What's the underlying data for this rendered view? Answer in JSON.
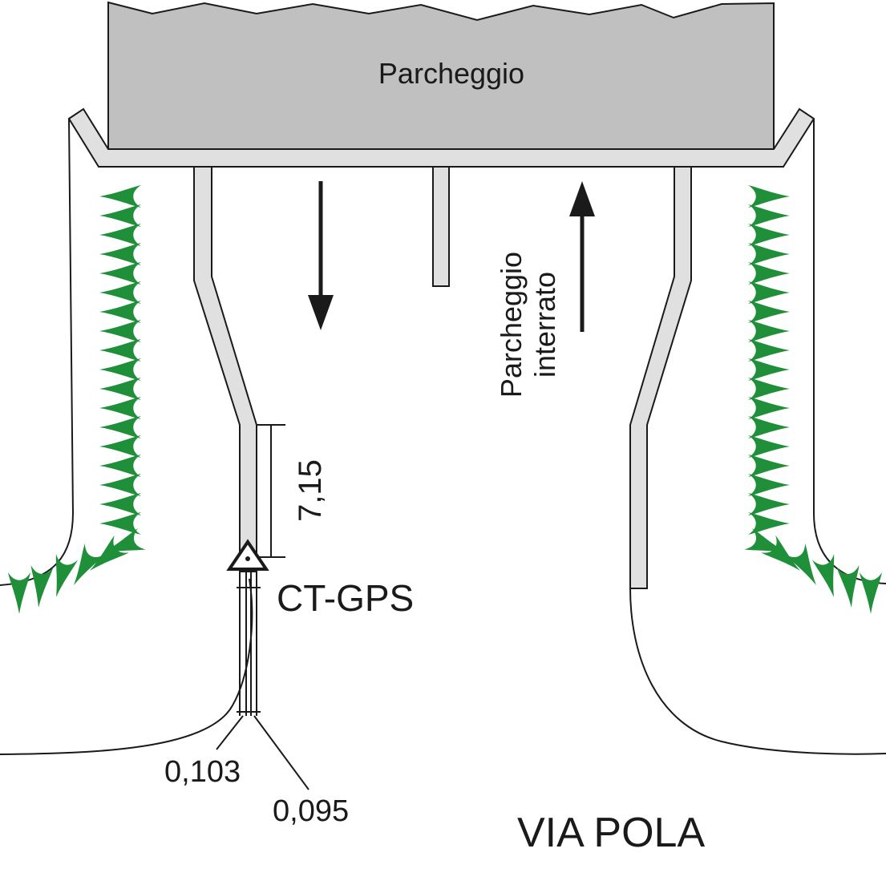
{
  "labels": {
    "parking_top": "Parcheggio",
    "underground_parking_line1": "Parcheggio",
    "underground_parking_line2": "interrato",
    "station": "CT-GPS",
    "measure_long": "7,15",
    "measure_a": "0,103",
    "measure_b": "0,095",
    "street": "VIA POLA"
  },
  "colors": {
    "building_fill": "#c0c0c0",
    "wall_fill": "#e0e0e0",
    "vegetation": "#1f8f3a",
    "line": "#1a1a1a"
  },
  "icons": {
    "station_marker": "triangle-icon",
    "traffic_arrows": [
      "arrow-down-icon",
      "arrow-up-icon"
    ]
  }
}
